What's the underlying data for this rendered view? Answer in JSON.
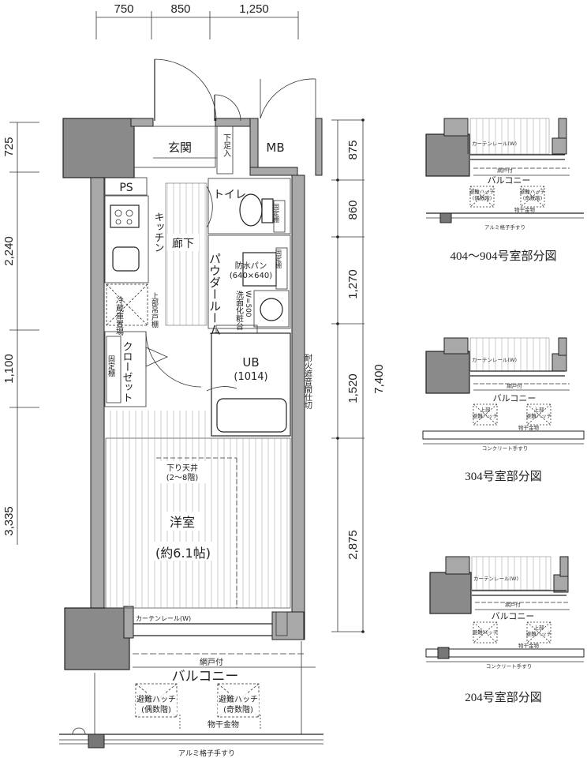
{
  "dimensions": {
    "top": [
      "750",
      "850",
      "1,250"
    ],
    "left": [
      "725",
      "2,240",
      "1,100",
      "3,335"
    ],
    "right": [
      "875",
      "860",
      "1,270",
      "1,520",
      "2,875"
    ],
    "total": "7,400"
  },
  "rooms": {
    "entrance": "玄関",
    "mb": "MB",
    "shoe": "下足入",
    "ps": "PS",
    "toilet": "トイレ",
    "kitchen": "キッチン",
    "hallway": "廊下",
    "powder_room": "パウダールーム",
    "washpan": "防水パン",
    "washpan_size": "(640×640)",
    "vanity": "洗面化粧台",
    "vanity_width": "W=500",
    "fixed_shelf_1": "固定棚",
    "fixed_shelf_2": "固定棚",
    "fixed_shelf_3": "固定棚",
    "fridge": "冷蔵庫置場",
    "upper_cabinet": "上部吊戸棚",
    "closet": "クローゼット",
    "ub": "UB",
    "ub_size": "(1014)",
    "fire_wall": "耐火遮音間仕切",
    "soffit": "下り天井",
    "soffit_floors": "(2〜8階)",
    "western_room": "洋室",
    "western_room_size": "(約6.1帖)",
    "curtain_rail": "カーテンレール(W)"
  },
  "balcony": {
    "screen": "網戸付",
    "title": "バルコニー",
    "hatch_even": "避難ハッチ",
    "hatch_even_sub": "(偶数階)",
    "hatch_odd": "避難ハッチ",
    "hatch_odd_sub": "(奇数階)",
    "drying": "物干金物",
    "railing": "アルミ格子手すり"
  },
  "partials": [
    {
      "caption": "404〜904号室部分図",
      "curtain": "カーテンレール(W)",
      "screen": "網戸付",
      "title": "バルコニー",
      "hatch_a": "避難ハッチ",
      "hatch_a_sub": "(偶数階)",
      "hatch_b": "避難ハッチ",
      "hatch_b_sub": "(奇数階)",
      "drying": "物干金物",
      "railing": "アルミ格子手すり"
    },
    {
      "caption": "304号室部分図",
      "curtain": "カーテンレール(W)",
      "screen": "網戸付",
      "title": "バルコニー",
      "hatch_a": "上部",
      "hatch_a_sub": "避難ハッチ",
      "hatch_b": "上部",
      "hatch_b_sub": "避難ハッチ",
      "drying": "物干金物",
      "railing": "コンクリート手すり"
    },
    {
      "caption": "204号室部分図",
      "curtain": "カーテンレール(W)",
      "screen": "網戸付",
      "title": "バルコニー",
      "hatch_a": "避難ハッチ",
      "hatch_a_sub": "",
      "hatch_b": "上部",
      "hatch_b_sub": "避難ハッチ",
      "drying": "物干金物",
      "railing": "コンクリート手すり"
    }
  ]
}
